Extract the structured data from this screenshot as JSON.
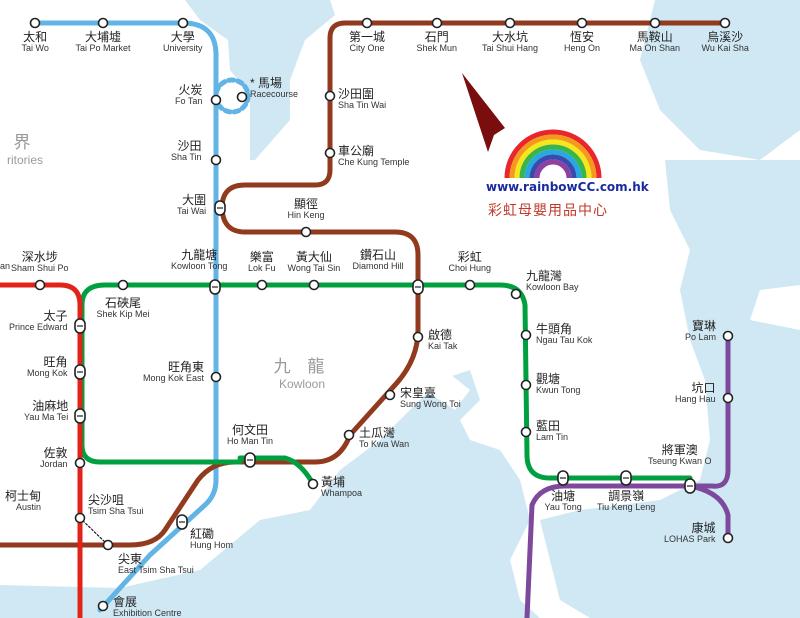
{
  "map": {
    "colors": {
      "water": "#cfe8f4",
      "east_rail": "#61b4e4",
      "tuen_ma": "#923a1d",
      "kwun_tong": "#00a040",
      "tsuen_wan": "#e2231a",
      "tseung_kwan_o": "#7d499d",
      "connector": "#1a1a1a"
    },
    "districts": [
      {
        "id": "nt",
        "zh": "界",
        "en": "ritories"
      },
      {
        "id": "kowloon",
        "zh": "九 龍",
        "en": "Kowloon"
      }
    ],
    "stations": [
      {
        "id": "tai_wo",
        "zh": "太和",
        "en": "Tai Wo"
      },
      {
        "id": "tai_po_market",
        "zh": "大埔墟",
        "en": "Tai Po Market"
      },
      {
        "id": "university",
        "zh": "大學",
        "en": "University"
      },
      {
        "id": "fo_tan",
        "zh": "火炭",
        "en": "Fo Tan"
      },
      {
        "id": "racecourse",
        "zh": "馬場",
        "en": "Racecourse",
        "note": "*"
      },
      {
        "id": "sha_tin",
        "zh": "沙田",
        "en": "Sha Tin"
      },
      {
        "id": "tai_wai",
        "zh": "大圍",
        "en": "Tai Wai"
      },
      {
        "id": "kowloon_tong",
        "zh": "九龍塘",
        "en": "Kowloon Tong"
      },
      {
        "id": "mong_kok_east",
        "zh": "旺角東",
        "en": "Mong Kok East"
      },
      {
        "id": "hung_hom",
        "zh": "紅磡",
        "en": "Hung Hom"
      },
      {
        "id": "exhibition_centre",
        "zh": "會展",
        "en": "Exhibition Centre"
      },
      {
        "id": "city_one",
        "zh": "第一城",
        "en": "City One"
      },
      {
        "id": "shek_mun",
        "zh": "石門",
        "en": "Shek Mun"
      },
      {
        "id": "tai_shui_hang",
        "zh": "大水坑",
        "en": "Tai Shui Hang"
      },
      {
        "id": "heng_on",
        "zh": "恆安",
        "en": "Heng On"
      },
      {
        "id": "ma_on_shan",
        "zh": "馬鞍山",
        "en": "Ma On Shan"
      },
      {
        "id": "wu_kai_sha",
        "zh": "烏溪沙",
        "en": "Wu Kai Sha"
      },
      {
        "id": "sha_tin_wai",
        "zh": "沙田圍",
        "en": "Sha Tin Wai"
      },
      {
        "id": "che_kung_temple",
        "zh": "車公廟",
        "en": "Che Kung Temple"
      },
      {
        "id": "hin_keng",
        "zh": "顯徑",
        "en": "Hin Keng"
      },
      {
        "id": "diamond_hill",
        "zh": "鑽石山",
        "en": "Diamond Hill"
      },
      {
        "id": "kai_tak",
        "zh": "啟德",
        "en": "Kai Tak"
      },
      {
        "id": "sung_wong_toi",
        "zh": "宋皇臺",
        "en": "Sung Wong Toi"
      },
      {
        "id": "to_kwa_wan",
        "zh": "土瓜灣",
        "en": "To Kwa Wan"
      },
      {
        "id": "ho_man_tin",
        "zh": "何文田",
        "en": "Ho Man Tin"
      },
      {
        "id": "east_tsim_sha_tsui",
        "zh": "尖東",
        "en": "East Tsim Sha Tsui"
      },
      {
        "id": "austin",
        "zh": "柯士甸",
        "en": "Austin"
      },
      {
        "id": "lok_fu",
        "zh": "樂富",
        "en": "Lok Fu"
      },
      {
        "id": "wong_tai_sin",
        "zh": "黃大仙",
        "en": "Wong Tai Sin"
      },
      {
        "id": "choi_hung",
        "zh": "彩虹",
        "en": "Choi Hung"
      },
      {
        "id": "kowloon_bay",
        "zh": "九龍灣",
        "en": "Kowloon Bay"
      },
      {
        "id": "ngau_tau_kok",
        "zh": "牛頭角",
        "en": "Ngau Tau Kok"
      },
      {
        "id": "kwun_tong",
        "zh": "觀塘",
        "en": "Kwun Tong"
      },
      {
        "id": "lam_tin",
        "zh": "藍田",
        "en": "Lam Tin"
      },
      {
        "id": "yau_tong",
        "zh": "油塘",
        "en": "Yau Tong"
      },
      {
        "id": "tiu_keng_leng",
        "zh": "調景嶺",
        "en": "Tiu Keng Leng"
      },
      {
        "id": "shek_kip_mei",
        "zh": "石硤尾",
        "en": "Shek Kip Mei"
      },
      {
        "id": "whampoa",
        "zh": "黃埔",
        "en": "Whampoa"
      },
      {
        "id": "sham_shui_po",
        "zh": "深水埗",
        "en": "Sham Shui Po"
      },
      {
        "id": "prince_edward",
        "zh": "太子",
        "en": "Prince Edward"
      },
      {
        "id": "mong_kok",
        "zh": "旺角",
        "en": "Mong Kok"
      },
      {
        "id": "yau_ma_tei",
        "zh": "油麻地",
        "en": "Yau Ma Tei"
      },
      {
        "id": "jordan",
        "zh": "佐敦",
        "en": "Jordan"
      },
      {
        "id": "tsim_sha_tsui",
        "zh": "尖沙咀",
        "en": "Tsim Sha Tsui"
      },
      {
        "id": "po_lam",
        "zh": "寶琳",
        "en": "Po Lam"
      },
      {
        "id": "hang_hau",
        "zh": "坑口",
        "en": "Hang Hau"
      },
      {
        "id": "tseung_kwan_o",
        "zh": "將軍澳",
        "en": "Tseung Kwan O"
      },
      {
        "id": "lohas_park",
        "zh": "康城",
        "en": "LOHAS Park"
      },
      {
        "id": "lai_chi_kok_partial",
        "zh": "",
        "en": "an"
      }
    ]
  },
  "ad": {
    "url": "www.rainbowCC.com.hk",
    "name": "彩虹母嬰用品中心",
    "rainbow_colors": [
      "#e8262b",
      "#f39a1e",
      "#f6e71c",
      "#39b54a",
      "#2aa9e0",
      "#3a4bb0",
      "#8e3fa0"
    ],
    "arrow_color": "#7a0e0e"
  }
}
